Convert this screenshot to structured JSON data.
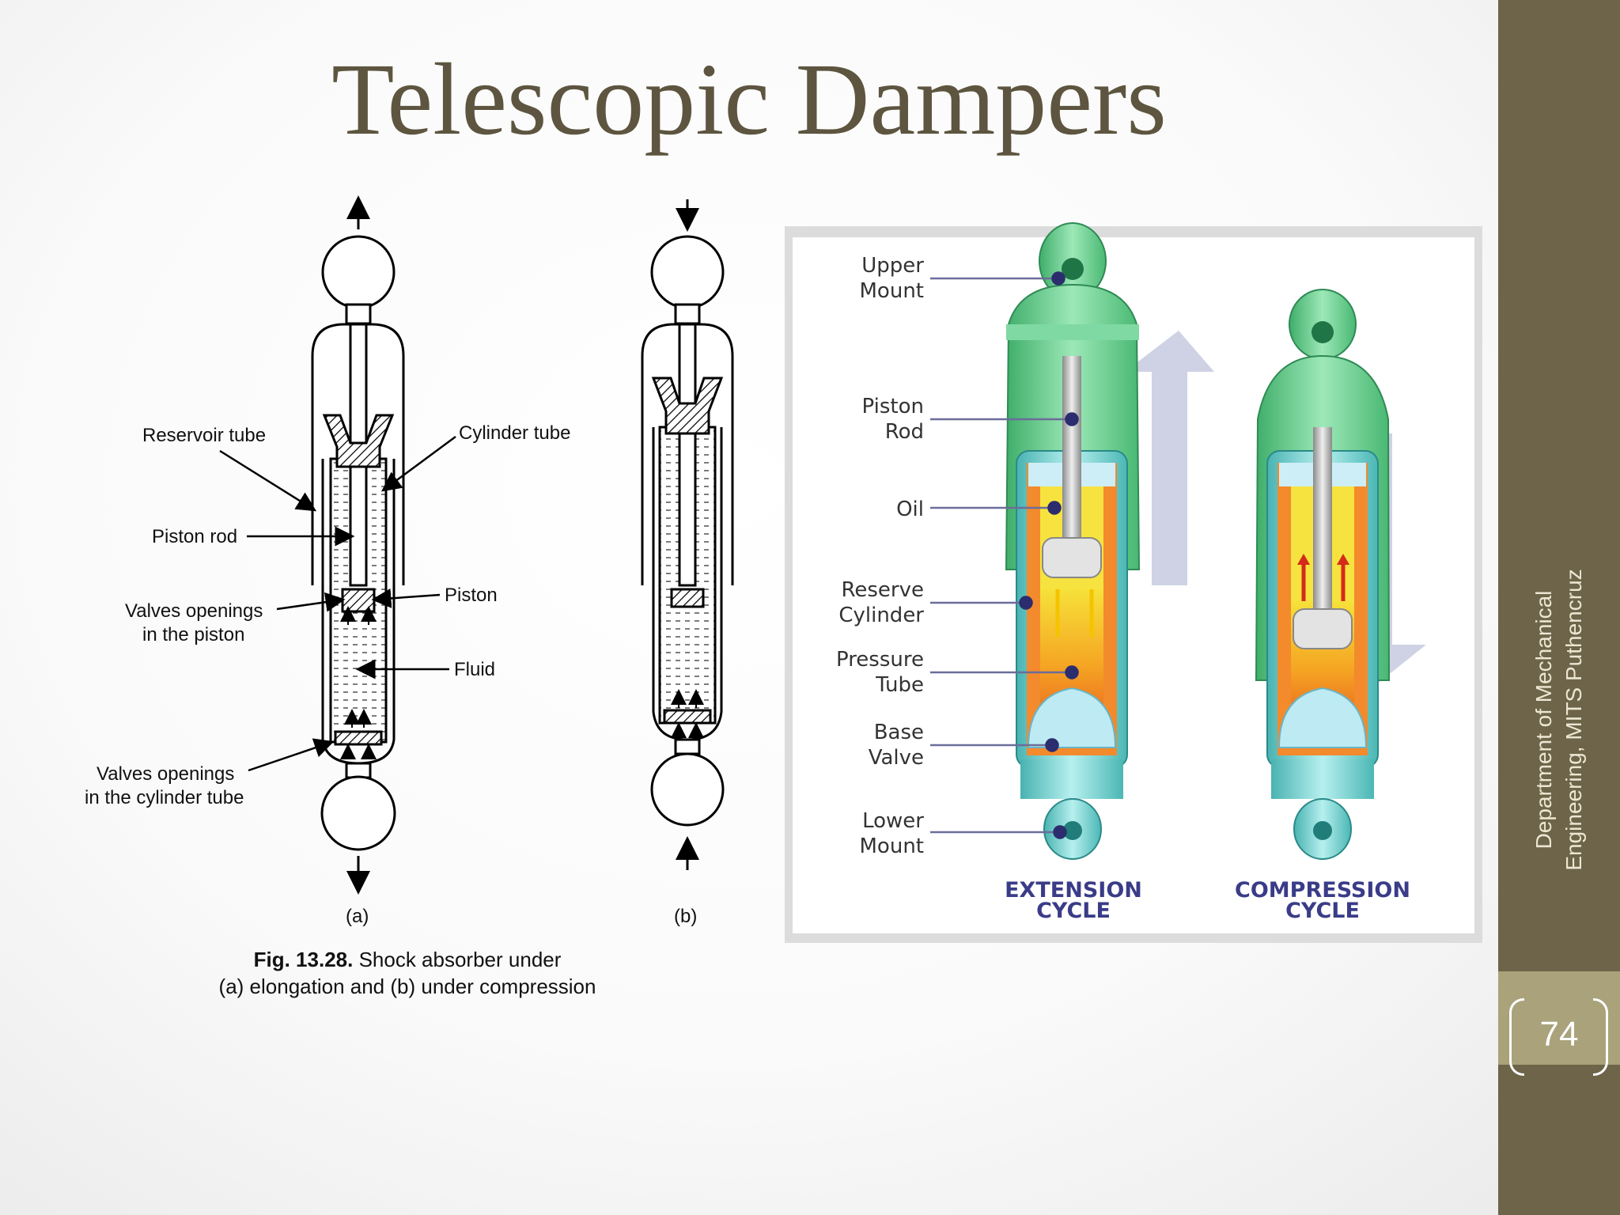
{
  "slide": {
    "title": "Telescopic Dampers",
    "sidebar_line1": "Department of Mechanical",
    "sidebar_line2": "Engineering, MITS Puthencruz",
    "page_number": "74"
  },
  "figure_left": {
    "labels": {
      "reservoir_tube": "Reservoir tube",
      "cylinder_tube": "Cylinder tube",
      "piston_rod": "Piston rod",
      "valves_piston_1": "Valves openings",
      "valves_piston_2": "in the piston",
      "piston": "Piston",
      "fluid": "Fluid",
      "valves_cyl_1": "Valves openings",
      "valves_cyl_2": "in the cylinder tube"
    },
    "sub_a": "(a)",
    "sub_b": "(b)",
    "caption_bold": "Fig. 13.28.",
    "caption_rest": " Shock absorber under",
    "caption_line2": "(a) elongation and (b) under compression"
  },
  "figure_right": {
    "labels": {
      "upper_mount_1": "Upper",
      "upper_mount_2": "Mount",
      "piston_rod_1": "Piston",
      "piston_rod_2": "Rod",
      "oil": "Oil",
      "reserve_cyl_1": "Reserve",
      "reserve_cyl_2": "Cylinder",
      "pressure_tube_1": "Pressure",
      "pressure_tube_2": "Tube",
      "base_valve_1": "Base",
      "base_valve_2": "Valve",
      "lower_mount_1": "Lower",
      "lower_mount_2": "Mount"
    },
    "extension_1": "EXTENSION",
    "extension_2": "CYCLE",
    "compression_1": "COMPRESSION",
    "compression_2": "CYCLE"
  }
}
